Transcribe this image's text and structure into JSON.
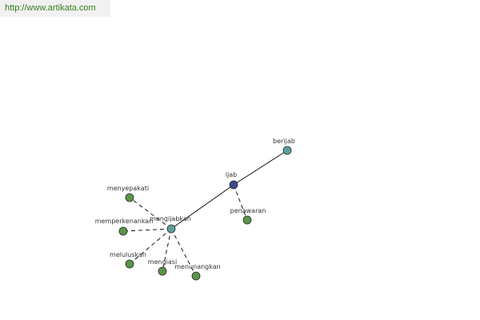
{
  "banner": {
    "url": "http://www.artikata.com"
  },
  "colors": {
    "root_fill": "#3b4a8e",
    "hub_fill": "#5aa0a0",
    "leaf_fill": "#5a9448",
    "node_stroke": "#2b2b2b",
    "edge": "#000000",
    "banner_text": "#3a7d1e"
  },
  "nodes": [
    {
      "id": "jjab",
      "label": "ijab",
      "kind": "root"
    },
    {
      "id": "berijab",
      "label": "berijab",
      "kind": "hub"
    },
    {
      "id": "mengijabkan",
      "label": "mengijabkan",
      "kind": "hub"
    },
    {
      "id": "penawaran",
      "label": "penawaran",
      "kind": "leaf"
    },
    {
      "id": "menyepakati",
      "label": "menyepakati",
      "kind": "leaf"
    },
    {
      "id": "memperkenankan",
      "label": "memperkenankan",
      "kind": "leaf"
    },
    {
      "id": "meluluskan",
      "label": "meluluskan",
      "kind": "leaf"
    },
    {
      "id": "mengiasi",
      "label": "mengiasi",
      "kind": "leaf"
    },
    {
      "id": "menunangkan",
      "label": "menunangkan",
      "kind": "leaf"
    }
  ],
  "edges": [
    {
      "from": "jjab",
      "to": "berijab",
      "style": "solid"
    },
    {
      "from": "jjab",
      "to": "mengijabkan",
      "style": "solid"
    },
    {
      "from": "jjab",
      "to": "penawaran",
      "style": "dashed"
    },
    {
      "from": "mengijabkan",
      "to": "menyepakati",
      "style": "dashed"
    },
    {
      "from": "mengijabkan",
      "to": "memperkenankan",
      "style": "dashed"
    },
    {
      "from": "mengijabkan",
      "to": "meluluskan",
      "style": "dashed"
    },
    {
      "from": "mengijabkan",
      "to": "mengiasi",
      "style": "dashed"
    },
    {
      "from": "mengijabkan",
      "to": "menunangkan",
      "style": "dashed"
    }
  ]
}
